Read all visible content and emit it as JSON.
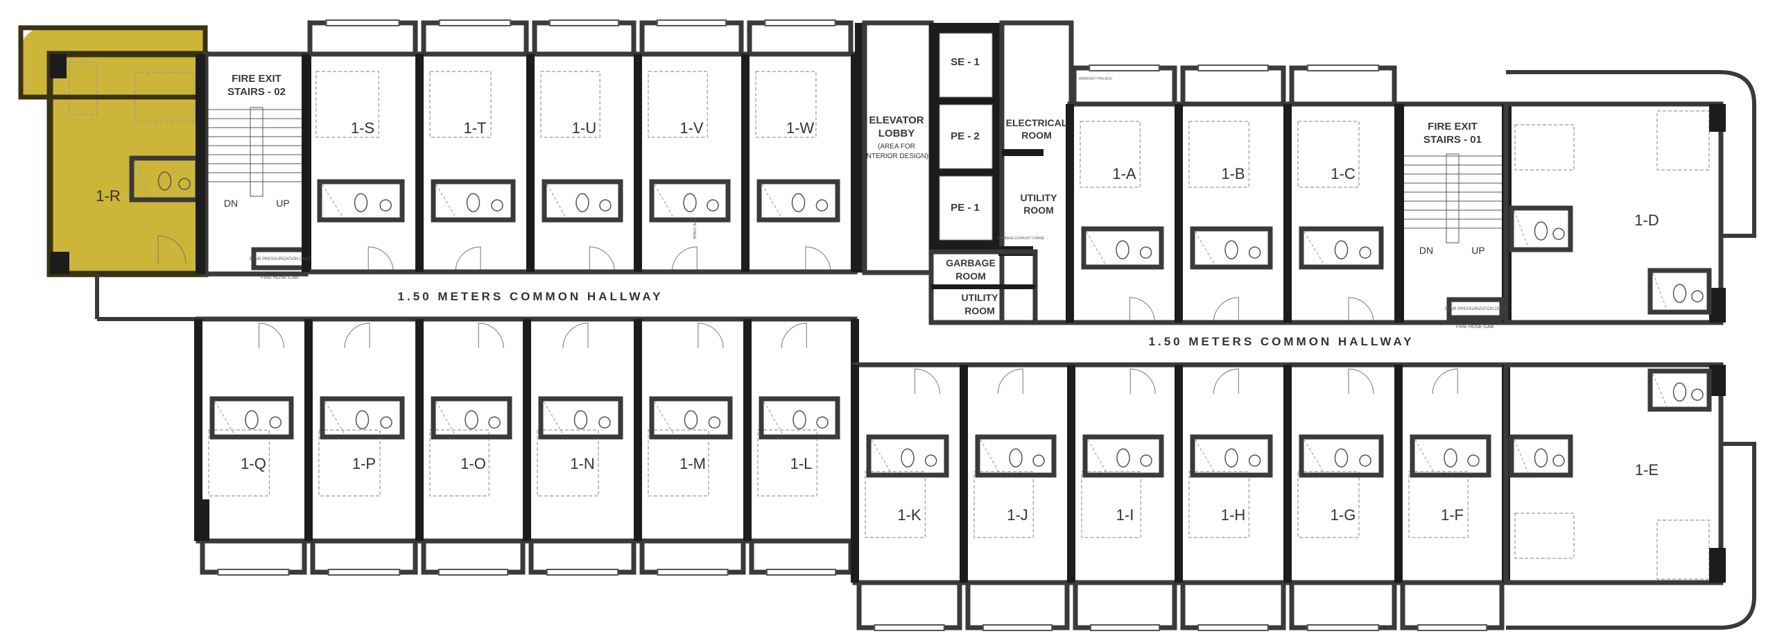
{
  "colors": {
    "wall": "#1c1c1c",
    "wall_thin": "#3a3a3a",
    "highlight": "#cdb53a",
    "highlight_wall": "#3a3215",
    "furniture": "#9a9a9a"
  },
  "highlighted_unit": "1-R",
  "units_top_left": [
    "1-S",
    "1-T",
    "1-U",
    "1-V",
    "1-W"
  ],
  "units_top_right": [
    "1-A",
    "1-B",
    "1-C"
  ],
  "units_bottom_left": [
    "1-Q",
    "1-P",
    "1-O",
    "1-N",
    "1-M",
    "1-L"
  ],
  "units_bottom_right": [
    "1-K",
    "1-J",
    "1-I",
    "1-H",
    "1-G",
    "1-F"
  ],
  "corner_units": {
    "nw": "1-R",
    "ne": "1-D",
    "se": "1-E"
  },
  "stairs": [
    {
      "title": "FIRE EXIT",
      "name": "STAIRS - 02",
      "dn": "DN",
      "up": "UP",
      "duct": "STAIR PRESSURIZATION DUCT",
      "cab": "FIRE HOSE CAB."
    },
    {
      "title": "FIRE EXIT",
      "name": "STAIRS - 01",
      "dn": "DN",
      "up": "UP",
      "duct": "STAIR PRESSURIZATION DUCT",
      "cab": "FIRE HOSE CAB."
    }
  ],
  "core": {
    "lobby": "ELEVATOR",
    "lobby2": "LOBBY",
    "lobby_note1": "(AREA FOR",
    "lobby_note2": "INTERIOR DESIGN)",
    "elevators": [
      "SE - 1",
      "PE - 2",
      "PE - 1"
    ],
    "electrical1": "ELECTRICAL",
    "electrical2": "ROOM",
    "utility1": "UTILITY",
    "utility2": "ROOM",
    "garbage1": "GARBAGE",
    "garbage2": "ROOM",
    "utility_b1": "UTILITY",
    "utility_b2": "ROOM",
    "chute": "GARBAGE EXHAUST CHASE"
  },
  "hallways": [
    "1.50 METERS COMMON HALLWAY",
    "1.50 METERS COMMON HALLWAY"
  ],
  "acu_label": "WINDOW TYPE ACU",
  "pipe_chase": "PIPE CHASE"
}
